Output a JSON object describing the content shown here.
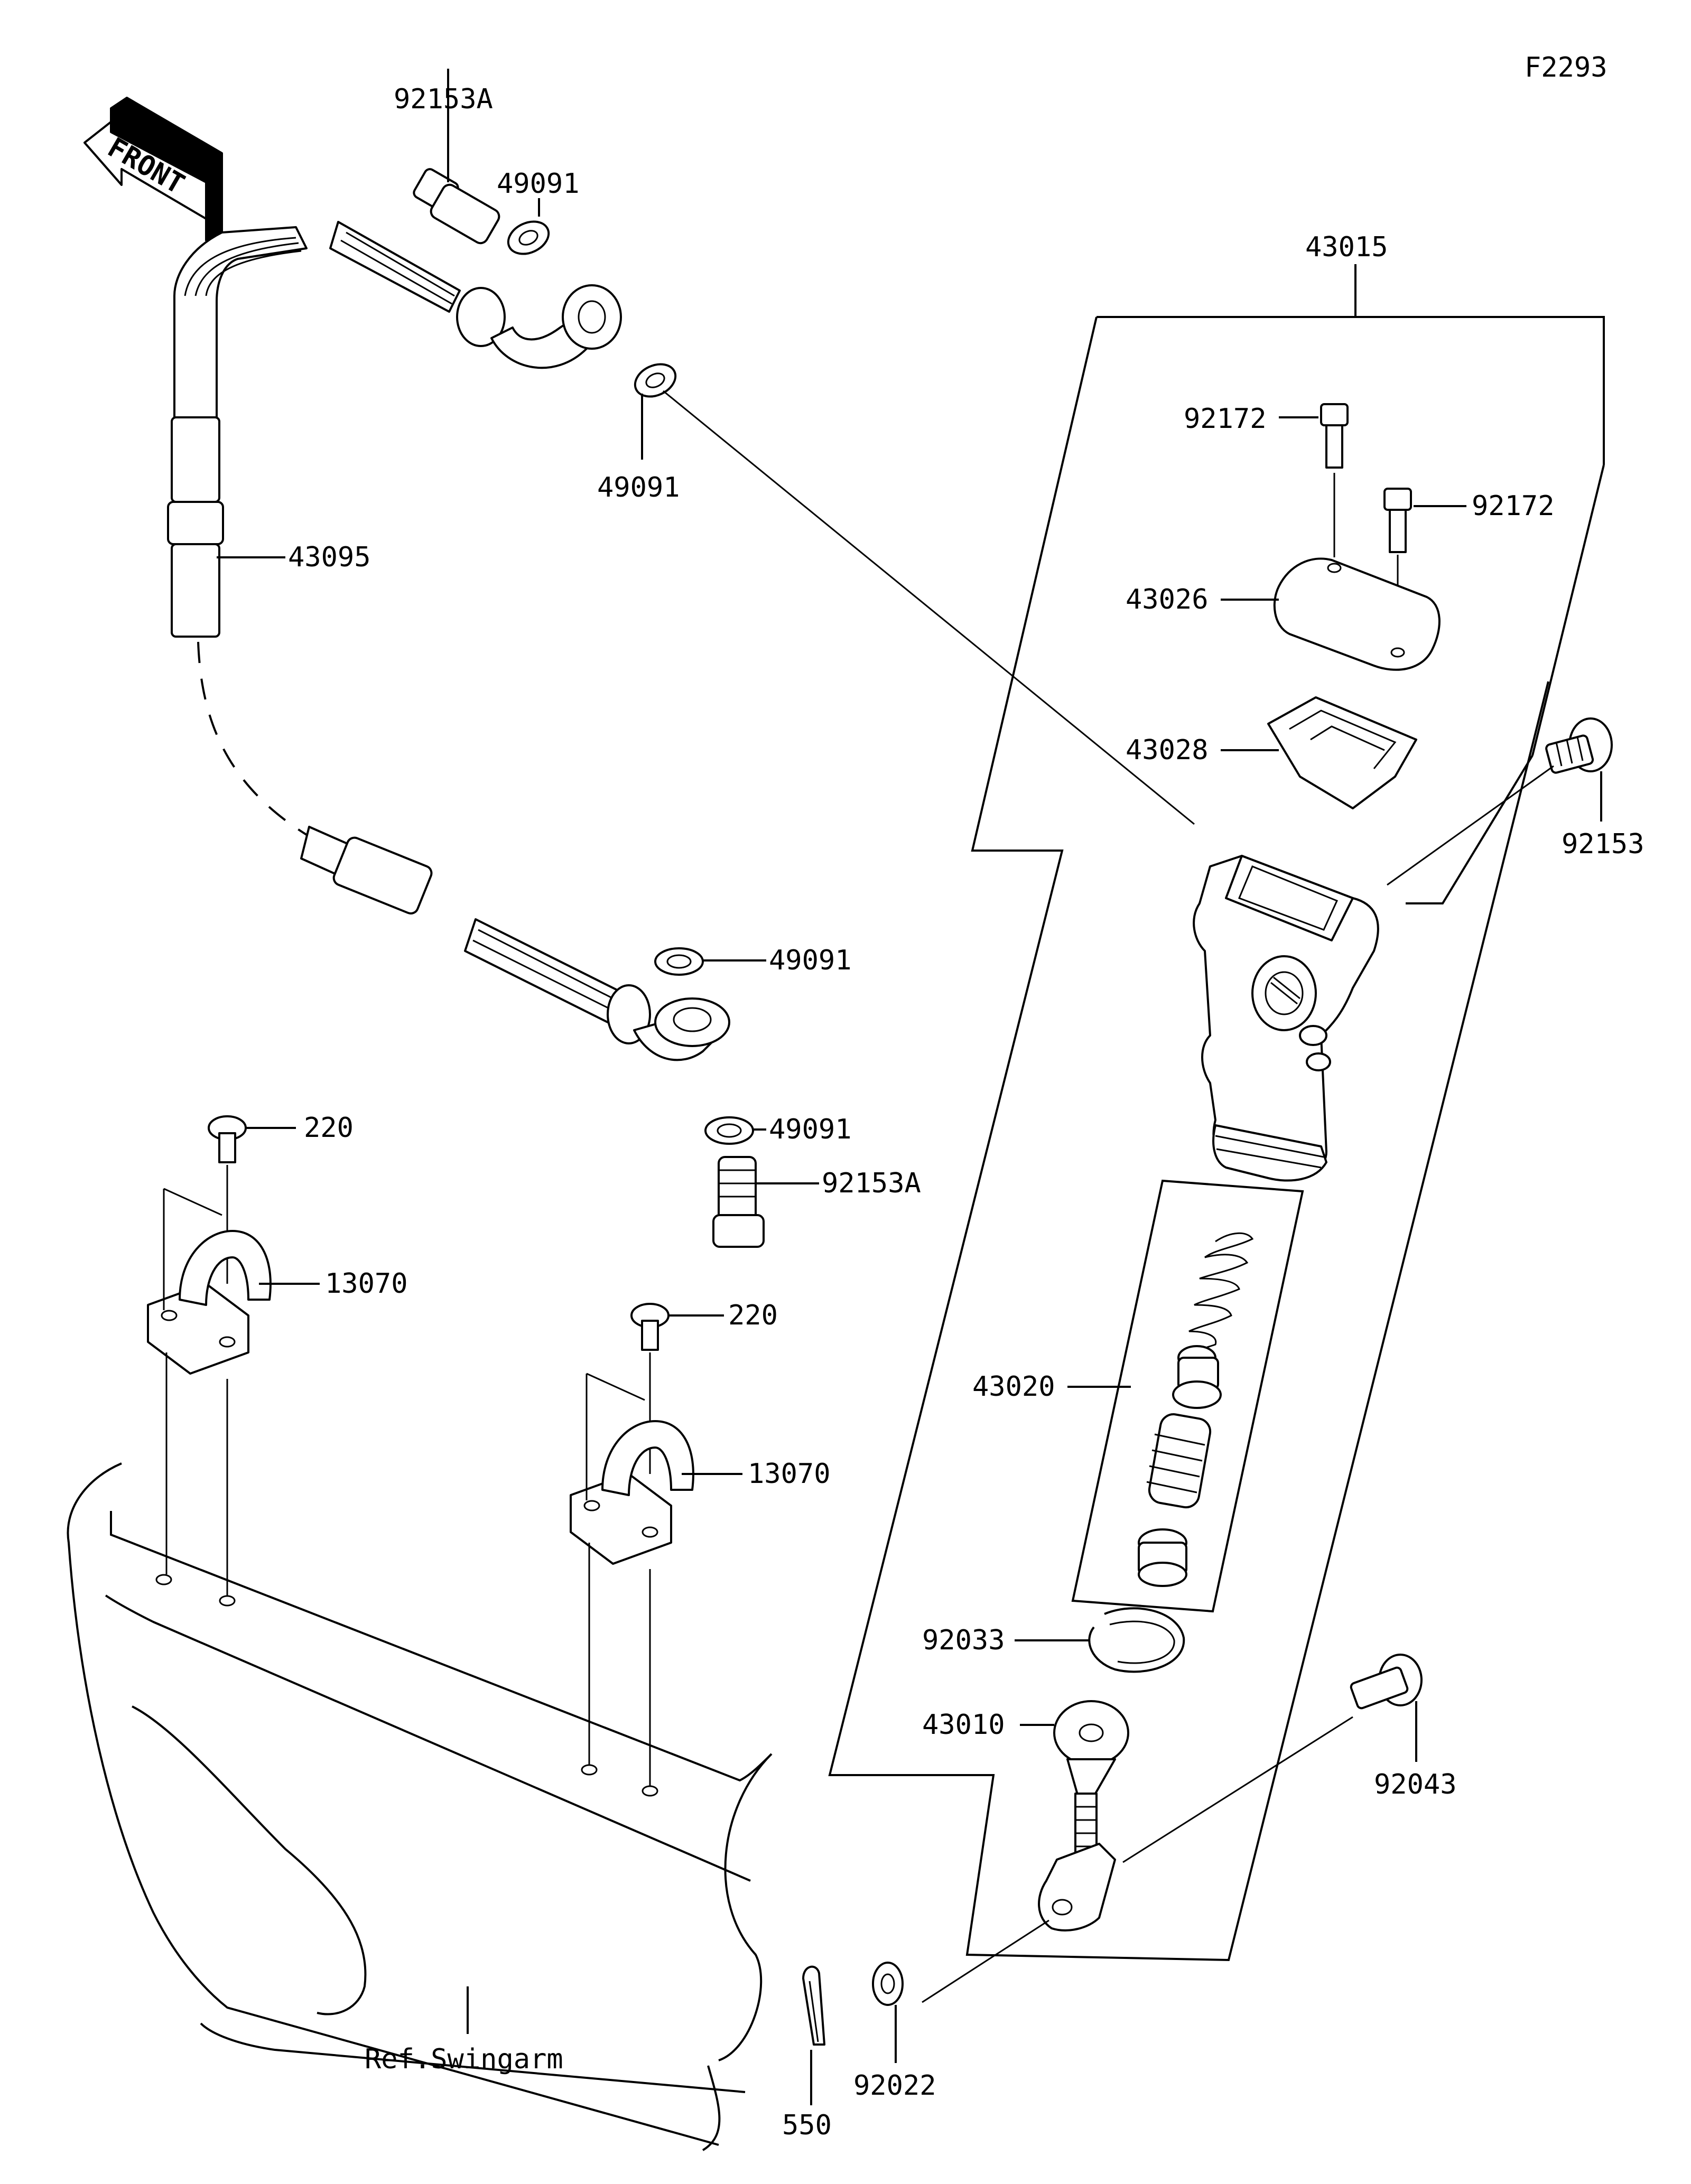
{
  "figure_code": "F2293",
  "front_arrow_label": "FRONT",
  "parts": {
    "p92153A_top": "92153A",
    "p49091_top": "49091",
    "p49091_mid": "49091",
    "p43095": "43095",
    "p49091_a": "49091",
    "p49091_b": "49091",
    "p92153A_bot": "92153A",
    "p220_a": "220",
    "p13070_a": "13070",
    "p220_b": "220",
    "p13070_b": "13070",
    "p43015": "43015",
    "p92172_a": "92172",
    "p92172_b": "92172",
    "p43026": "43026",
    "p43028": "43028",
    "p92153": "92153",
    "p43020": "43020",
    "p92033": "92033",
    "p43010": "43010",
    "p92043": "92043",
    "p92022": "92022",
    "p550": "550"
  },
  "reference_label": "Ref.Swingarm"
}
